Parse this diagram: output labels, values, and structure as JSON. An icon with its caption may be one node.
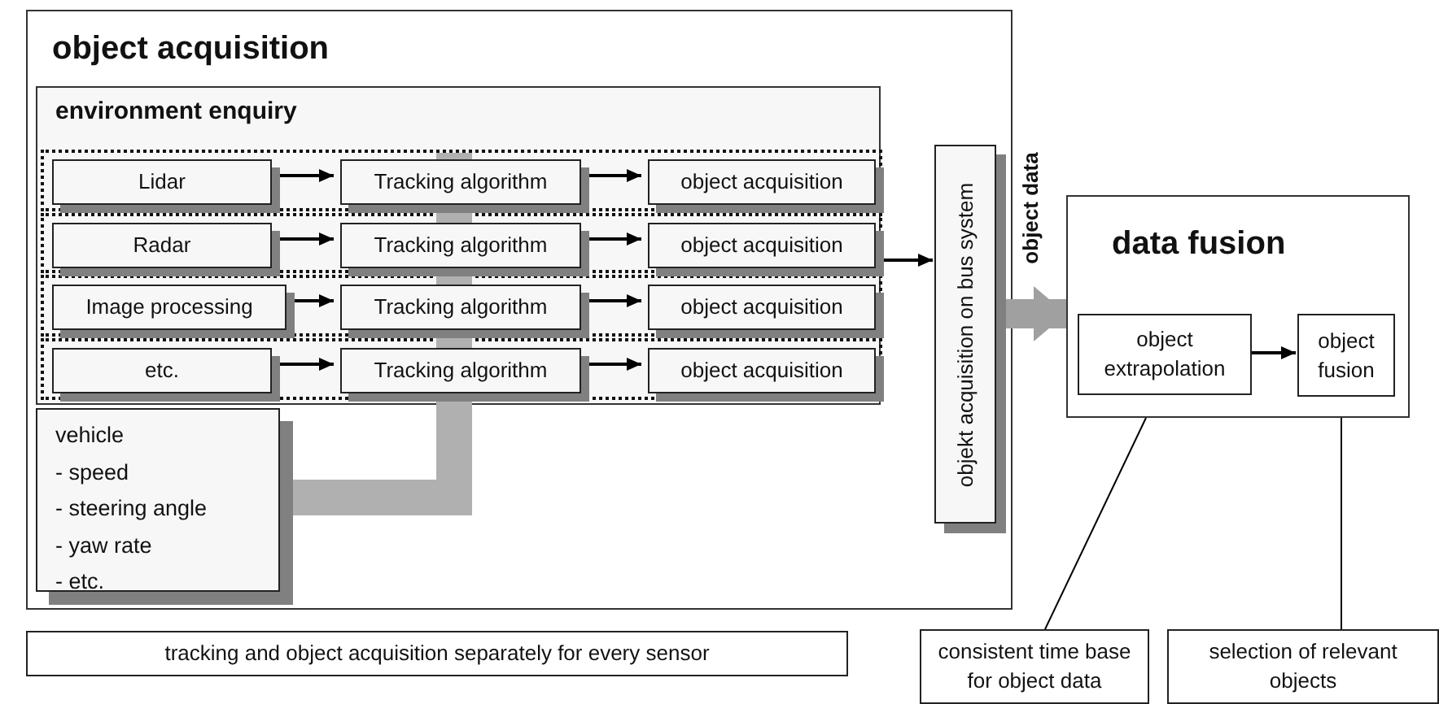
{
  "diagram": {
    "nodes": [
      {
        "text": [
          "object acquisition"
        ]
      },
      {
        "text": [
          "environment enquiry"
        ],
        "in": 0
      },
      {
        "text": [],
        "shape": "box",
        "in": 1
      },
      {
        "text": [
          "Lidar"
        ],
        "in": 2
      },
      {
        "text": [
          "Tracking algorithm"
        ],
        "in": 2
      },
      {
        "text": [
          "object acquisition"
        ],
        "in": 2
      },
      {
        "text": [],
        "shape": "box",
        "in": 1
      },
      {
        "text": [
          "Radar"
        ],
        "in": 6
      },
      {
        "text": [
          "Tracking algorithm"
        ],
        "in": 6
      },
      {
        "text": [
          "object acquisition"
        ],
        "in": 6
      },
      {
        "text": [],
        "shape": "box",
        "in": 1
      },
      {
        "text": [
          "Image processing"
        ],
        "in": 10
      },
      {
        "text": [
          "Tracking algorithm"
        ],
        "in": 10
      },
      {
        "text": [
          "object acquisition"
        ],
        "in": 10
      },
      {
        "text": [],
        "shape": "box",
        "in": 1
      },
      {
        "text": [
          "etc."
        ],
        "in": 14
      },
      {
        "text": [
          "Tracking algorithm"
        ],
        "in": 14
      },
      {
        "text": [
          "object acquisition"
        ],
        "in": 14
      },
      {
        "text": [
          "vehicle",
          "- speed",
          "- steering angle",
          "- yaw rate",
          "- etc."
        ],
        "in": 0
      },
      {
        "text": [
          "objekt acquisition on bus system"
        ],
        "in": 0
      },
      {
        "text": [
          "data fusion"
        ]
      },
      {
        "text": [
          "object extrapolation"
        ],
        "in": 20
      },
      {
        "text": [
          "object fusion"
        ],
        "in": 20
      },
      {
        "text": [
          "tracking and object acquisition separately for every sensor"
        ]
      },
      {
        "text": [
          "consistent time base for object data"
        ]
      },
      {
        "text": [
          "selection of relevant objects"
        ]
      }
    ],
    "edges": [
      {
        "from": 3,
        "to": 4,
        "arrow": "to"
      },
      {
        "from": 4,
        "to": 5,
        "arrow": "to"
      },
      {
        "from": 7,
        "to": 8,
        "arrow": "to"
      },
      {
        "from": 8,
        "to": 9,
        "arrow": "to"
      },
      {
        "from": 11,
        "to": 12,
        "arrow": "to"
      },
      {
        "from": 12,
        "to": 13,
        "arrow": "to"
      },
      {
        "from": 15,
        "to": 16,
        "arrow": "to"
      },
      {
        "from": 16,
        "to": 17,
        "arrow": "to"
      },
      {
        "from": 1,
        "to": 19,
        "arrow": "to"
      },
      {
        "from": 19,
        "to": 20,
        "arrow": "to",
        "label": "object data",
        "style": "thick",
        "color": "#a0a0a0"
      },
      {
        "from": 21,
        "to": 22,
        "arrow": "to"
      },
      {
        "from": 24,
        "to": 20,
        "arrow": "none"
      },
      {
        "from": 25,
        "to": 20,
        "arrow": "none"
      },
      {
        "from": 18,
        "to": 4,
        "arrow": "none",
        "style": "thick",
        "color": "#b0b0b0"
      },
      {
        "from": 18,
        "to": 8,
        "arrow": "none",
        "style": "thick",
        "color": "#b0b0b0"
      },
      {
        "from": 18,
        "to": 12,
        "arrow": "none",
        "style": "thick",
        "color": "#b0b0b0"
      },
      {
        "from": 18,
        "to": 16,
        "arrow": "none",
        "style": "thick",
        "color": "#b0b0b0"
      }
    ]
  }
}
